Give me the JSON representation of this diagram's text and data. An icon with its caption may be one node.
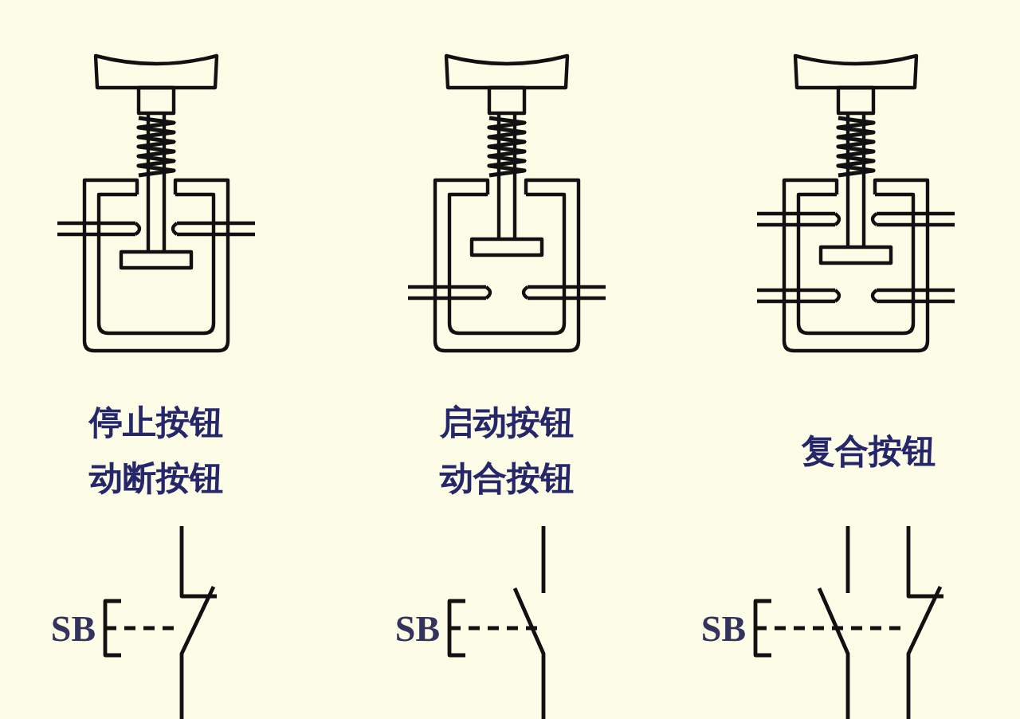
{
  "diagram": {
    "labels": [
      "停止按钮",
      "动断按钮",
      "启动按钮",
      "动合按钮",
      "复合按钮",
      "SB",
      "SB",
      "SB"
    ]
  }
}
